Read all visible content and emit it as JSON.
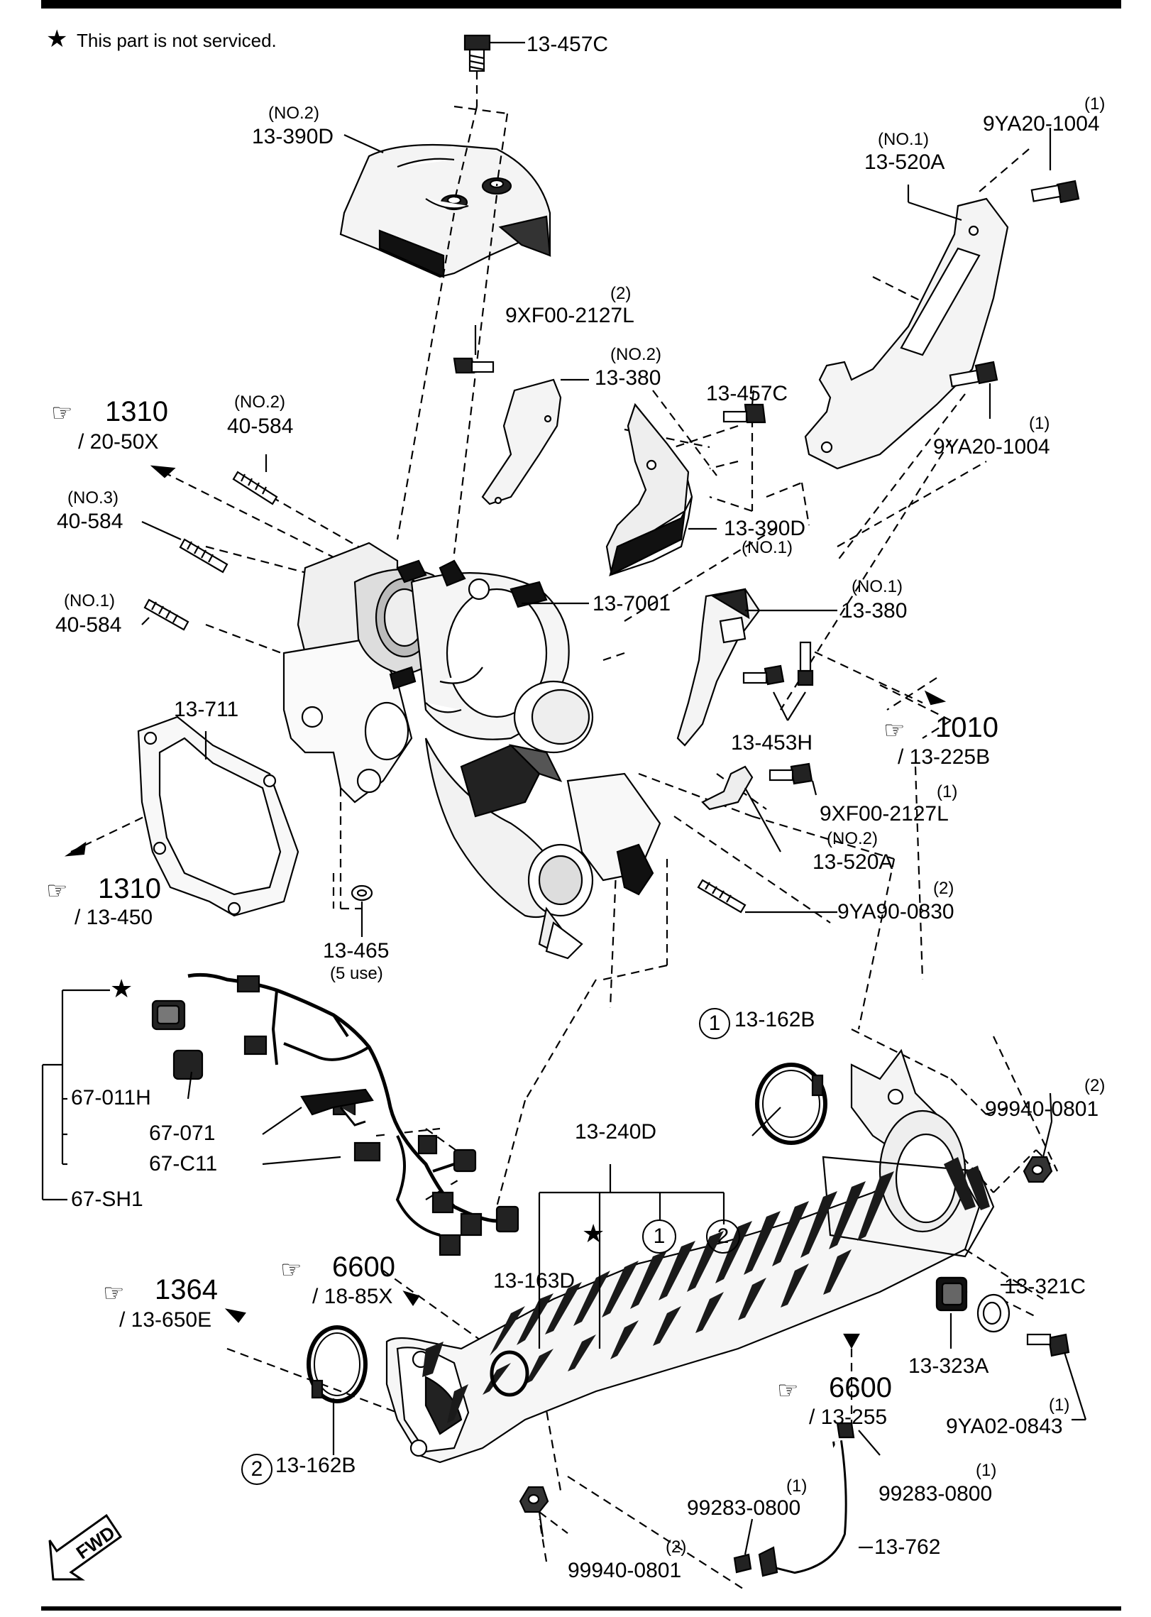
{
  "note": {
    "star": "★",
    "text": "This part is not serviced."
  },
  "labels": {
    "p13_457c_top": "13-457C",
    "p13_390d_no2_q": "(NO.2)",
    "p13_390d_no2": "13-390D",
    "p9ya20_1004_a_q": "(1)",
    "p9ya20_1004_a": "9YA20-1004",
    "p13_520a_no1_q": "(NO.1)",
    "p13_520a_no1": "13-520A",
    "p9xf00_2127l_top_q": "(2)",
    "p9xf00_2127l_top": "9XF00-2127L",
    "p13_380_no2_q": "(NO.2)",
    "p13_380_no2": "13-380",
    "p13_457c_mid": "13-457C",
    "p9ya20_1004_b_q": "(1)",
    "p9ya20_1004_b": "9YA20-1004",
    "p40_584_no2_q": "(NO.2)",
    "p40_584_no2": "40-584",
    "p40_584_no3_q": "(NO.3)",
    "p40_584_no3": "40-584",
    "p40_584_no1_q": "(NO.1)",
    "p40_584_no1": "40-584",
    "p13_390d_no1": "13-390D",
    "p13_390d_no1_q": "(NO.1)",
    "p13_7001": "13-7001",
    "p13_380_no1_q": "(NO.1)",
    "p13_380_no1": "13-380",
    "p13_711": "13-711",
    "p13_453h": "13-453H",
    "p9xf00_2127l_mid_q": "(1)",
    "p9xf00_2127l_mid": "9XF00-2127L",
    "p13_520a_no2_q": "(NO.2)",
    "p13_520a_no2": "13-520A",
    "p9ya90_0830_q": "(2)",
    "p9ya90_0830": "9YA90-0830",
    "p13_465": "13-465",
    "p13_465_use": "(5 use)",
    "p13_162b_1": "13-162B",
    "p13_162b_1_circle": "1",
    "p67_011h": "67-011H",
    "p67_071": "67-071",
    "p67_c11": "67-C11",
    "p67_sh1": "67-SH1",
    "p13_240d": "13-240D",
    "p13_240d_c1": "1",
    "p13_240d_c2": "2",
    "p99940_0801_a_q": "(2)",
    "p99940_0801_a": "99940-0801",
    "p13_163d": "13-163D",
    "p13_321c": "13-321C",
    "p13_323a": "13-323A",
    "p9ya02_0843_q": "(1)",
    "p9ya02_0843": "9YA02-0843",
    "p13_162b_2": "13-162B",
    "p13_162b_2_circle": "2",
    "p99283_0800_a_q": "(1)",
    "p99283_0800_a": "99283-0800",
    "p99283_0800_b_q": "(1)",
    "p99283_0800_b": "99283-0800",
    "p99940_0801_b_q": "(2)",
    "p99940_0801_b": "99940-0801",
    "p13_762": "13-762",
    "fwd": "FWD"
  },
  "refs": {
    "r1310_top_num": "1310",
    "r1310_top_sub": "/ 20-50X",
    "r1010_num": "1010",
    "r1010_sub": "/ 13-225B",
    "r1310_bot_num": "1310",
    "r1310_bot_sub": "/ 13-450",
    "r6600_a_num": "6600",
    "r6600_a_sub": "/ 18-85X",
    "r1364_num": "1364",
    "r1364_sub": "/ 13-650E",
    "r6600_b_num": "6600",
    "r6600_b_sub": "/ 13-255",
    "hand_icon": "☞"
  }
}
